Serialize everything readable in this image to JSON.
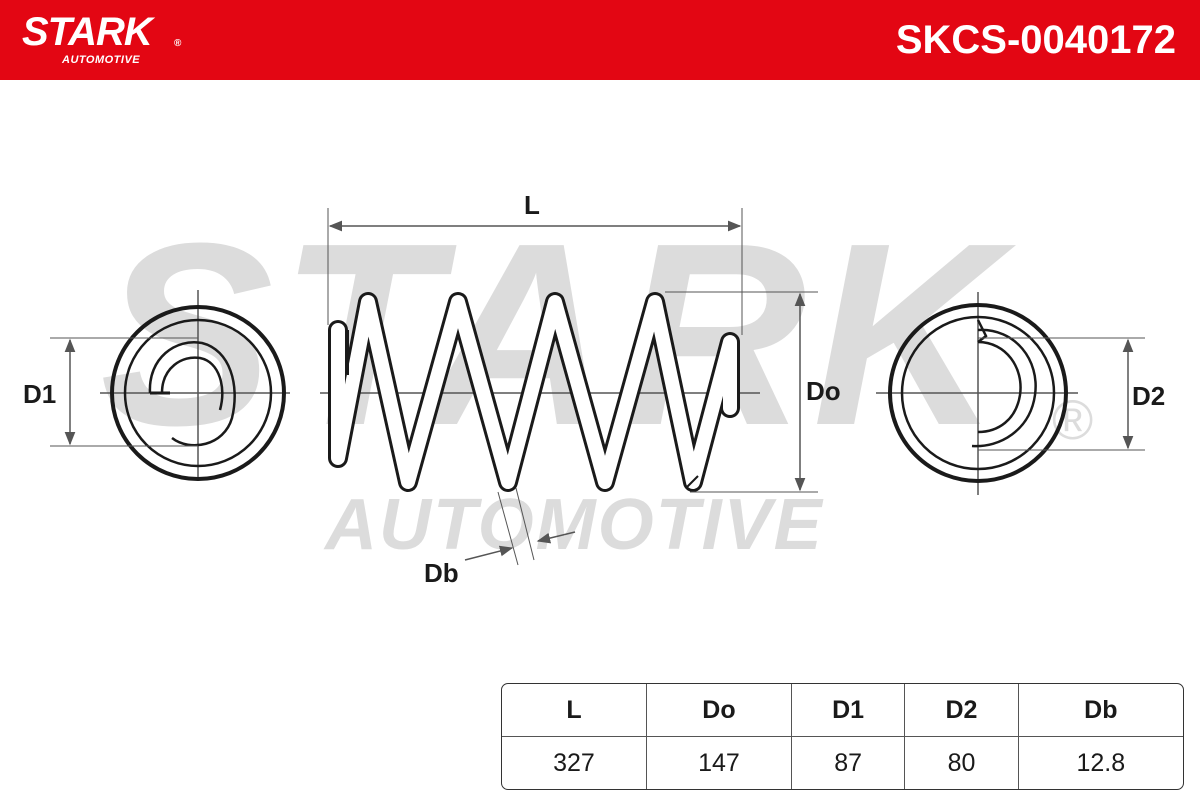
{
  "header": {
    "logo": {
      "brand": "STARK",
      "registered": "®",
      "subline": "AUTOMOTIVE"
    },
    "part_number": "SKCS-0040172"
  },
  "watermark": {
    "brand": "STARK",
    "subline": "AUTOMOTIVE",
    "registered": "®"
  },
  "diagram": {
    "labels": {
      "length": "L",
      "end_diameter_1": "D1",
      "outer_diameter": "Do",
      "end_diameter_2": "D2",
      "wire_diameter": "Db"
    }
  },
  "spec_table": {
    "headers": [
      "L",
      "Do",
      "D1",
      "D2",
      "Db"
    ],
    "values": [
      "327",
      "147",
      "87",
      "80",
      "12.8"
    ]
  },
  "colors": {
    "header_background": "#e30613",
    "header_text": "#ffffff",
    "line": "#1a1a1a",
    "dimension": "#555555",
    "watermark": "#dcdcdc"
  }
}
